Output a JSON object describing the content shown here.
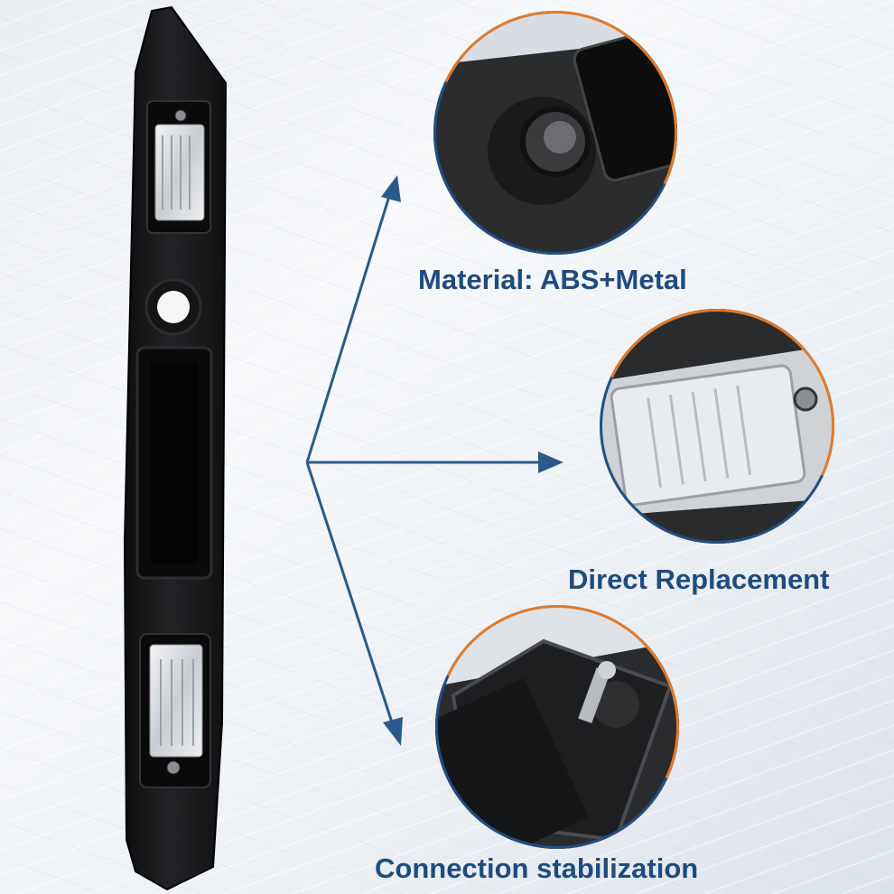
{
  "features": [
    {
      "caption": "Material: ABS+Metal"
    },
    {
      "caption": "Direct Replacement"
    },
    {
      "caption": "Connection stabilization"
    }
  ],
  "colors": {
    "caption_text": "#1f4b7d",
    "arrow": "#2a5a8a",
    "ring_orange": "#e07a2a",
    "ring_blue": "#1f4f86",
    "part_black": "#1b1b1d"
  },
  "icons": [
    "arrow-up-right",
    "arrow-right",
    "arrow-down-right"
  ]
}
